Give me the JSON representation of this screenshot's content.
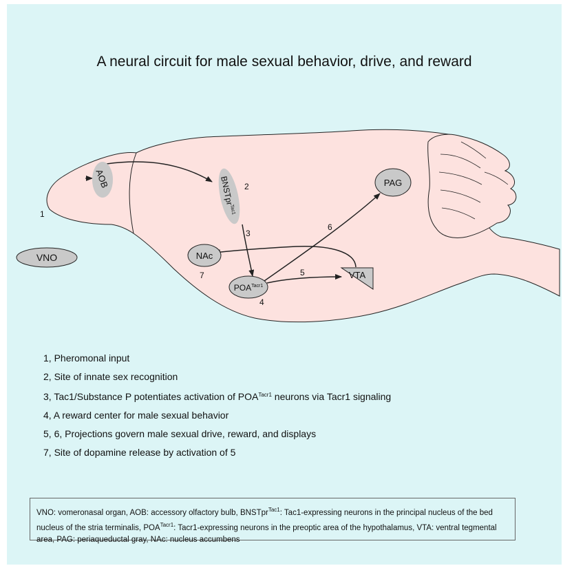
{
  "title": "A neural circuit for male sexual behavior, drive, and reward",
  "colors": {
    "background": "#dcf5f6",
    "brain_fill": "#fde2df",
    "region_fill": "#c9c9c9",
    "stroke": "#222222"
  },
  "regions": {
    "aob": "AOB",
    "bnst_base": "BNSTpr",
    "bnst_sup": "Tac1",
    "vno": "VNO",
    "nac": "NAc",
    "poa_base": "POA",
    "poa_sup": "Tacr1",
    "vta": "VTA",
    "pag": "PAG"
  },
  "markers": [
    "1",
    "2",
    "3",
    "4",
    "5",
    "6",
    "7"
  ],
  "notes": [
    {
      "text": "1, Pheromonal input"
    },
    {
      "text": "2, Site of innate sex recognition"
    },
    {
      "pre": "3, Tac1/Substance P potentiates activation of POA",
      "sup": "Tacr1",
      "post": " neurons via Tacr1 signaling"
    },
    {
      "text": "4, A reward center for male sexual behavior"
    },
    {
      "text": "5, 6, Projections govern male sexual drive, reward, and displays"
    },
    {
      "text": "7, Site of dopamine release by activation of 5"
    }
  ],
  "legend": {
    "p1": "VNO: vomeronasal organ,  AOB: accessory olfactory bulb,  BNSTpr",
    "sup1": "Tac1",
    "p2": ": Tac1-expressing neurons in the principal nucleus of the bed nucleus of the stria terminalis,  POA",
    "sup2": "Tacr1",
    "p3": ": Tacr1-expressing neurons in the preoptic area of the hypothalamus, VTA: ventral tegmental area,  PAG: periaqueductal gray,  NAc: nucleus accumbens"
  }
}
